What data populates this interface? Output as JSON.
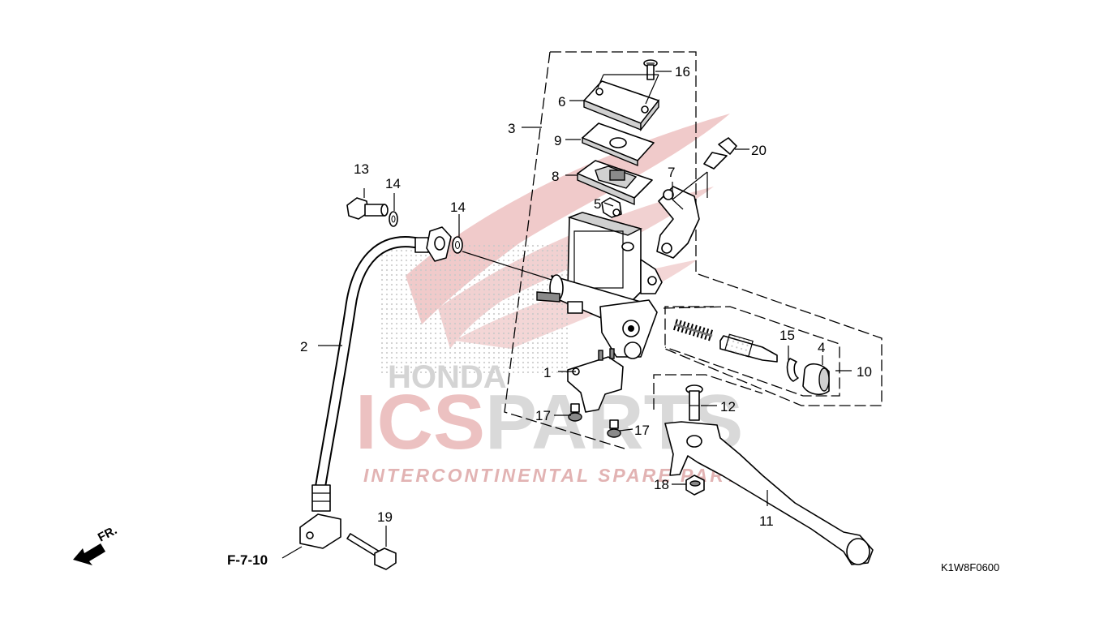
{
  "watermark": {
    "brand": "ICSPARTS",
    "brand_part1": "ICS",
    "brand_part2": "PARTS",
    "tagline": "INTERCONTINENTAL SPARE PARTS",
    "honda_word": "HONDA",
    "colors": {
      "red": "#e8a8a8",
      "grey": "#d4d4d4"
    }
  },
  "callouts": [
    {
      "id": "c1",
      "label": "1"
    },
    {
      "id": "c2",
      "label": "2"
    },
    {
      "id": "c3",
      "label": "3"
    },
    {
      "id": "c4",
      "label": "4"
    },
    {
      "id": "c5",
      "label": "5"
    },
    {
      "id": "c6",
      "label": "6"
    },
    {
      "id": "c7",
      "label": "7"
    },
    {
      "id": "c8",
      "label": "8"
    },
    {
      "id": "c9",
      "label": "9"
    },
    {
      "id": "c10",
      "label": "10"
    },
    {
      "id": "c11",
      "label": "11"
    },
    {
      "id": "c12",
      "label": "12"
    },
    {
      "id": "c13",
      "label": "13"
    },
    {
      "id": "c14a",
      "label": "14"
    },
    {
      "id": "c14b",
      "label": "14"
    },
    {
      "id": "c15",
      "label": "15"
    },
    {
      "id": "c16",
      "label": "16"
    },
    {
      "id": "c17a",
      "label": "17"
    },
    {
      "id": "c17b",
      "label": "17"
    },
    {
      "id": "c18",
      "label": "18"
    },
    {
      "id": "c19",
      "label": "19"
    },
    {
      "id": "c20",
      "label": "20"
    }
  ],
  "references": {
    "front_arrow": "FR.",
    "page_ref": "F-7-10",
    "diagram_code": "K1W8F0600"
  }
}
